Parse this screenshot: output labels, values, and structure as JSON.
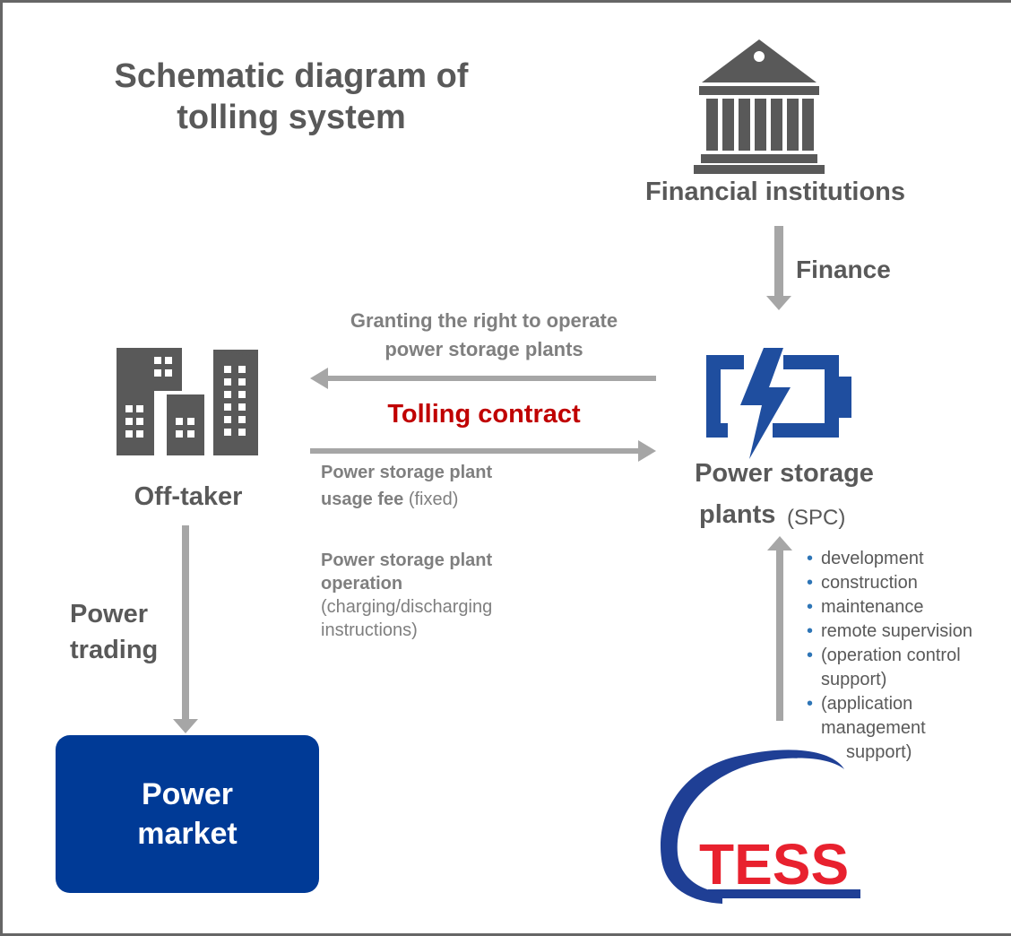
{
  "title": {
    "line1": "Schematic diagram of",
    "line2": "tolling system"
  },
  "nodes": {
    "financial_institutions": "Financial institutions",
    "off_taker": "Off-taker",
    "power_storage_line1": "Power storage",
    "power_storage_line2": "plants",
    "spc": "(SPC)",
    "power_market_line1": "Power",
    "power_market_line2": "market",
    "tess_logo": "TESS"
  },
  "flows": {
    "finance": "Finance",
    "granting_line1": "Granting the right to operate",
    "granting_line2": "power storage plants",
    "tolling_contract": "Tolling contract",
    "fee_line1": "Power storage plant",
    "fee_line2_bold": "usage fee",
    "fee_line2_normal": " (fixed)",
    "operation_line1": "Power storage plant",
    "operation_line2": "operation",
    "operation_line3": "(charging/discharging",
    "operation_line4": "instructions)",
    "power_trading_line1": "Power",
    "power_trading_line2": "trading"
  },
  "services": [
    "development",
    "construction",
    "maintenance",
    "remote supervision",
    "(operation control",
    "support)",
    "(application",
    "management",
    "support)"
  ],
  "colors": {
    "text_gray": "#595959",
    "arrow_gray": "#a6a6a6",
    "contract_red": "#c00000",
    "battery_blue": "#1f4e9f",
    "market_blue": "#003a96",
    "tess_red": "#e8212e",
    "tess_blue": "#1f3f95"
  },
  "icons": [
    "bank-icon",
    "office-buildings-icon",
    "battery-bolt-icon",
    "tess-logo"
  ]
}
